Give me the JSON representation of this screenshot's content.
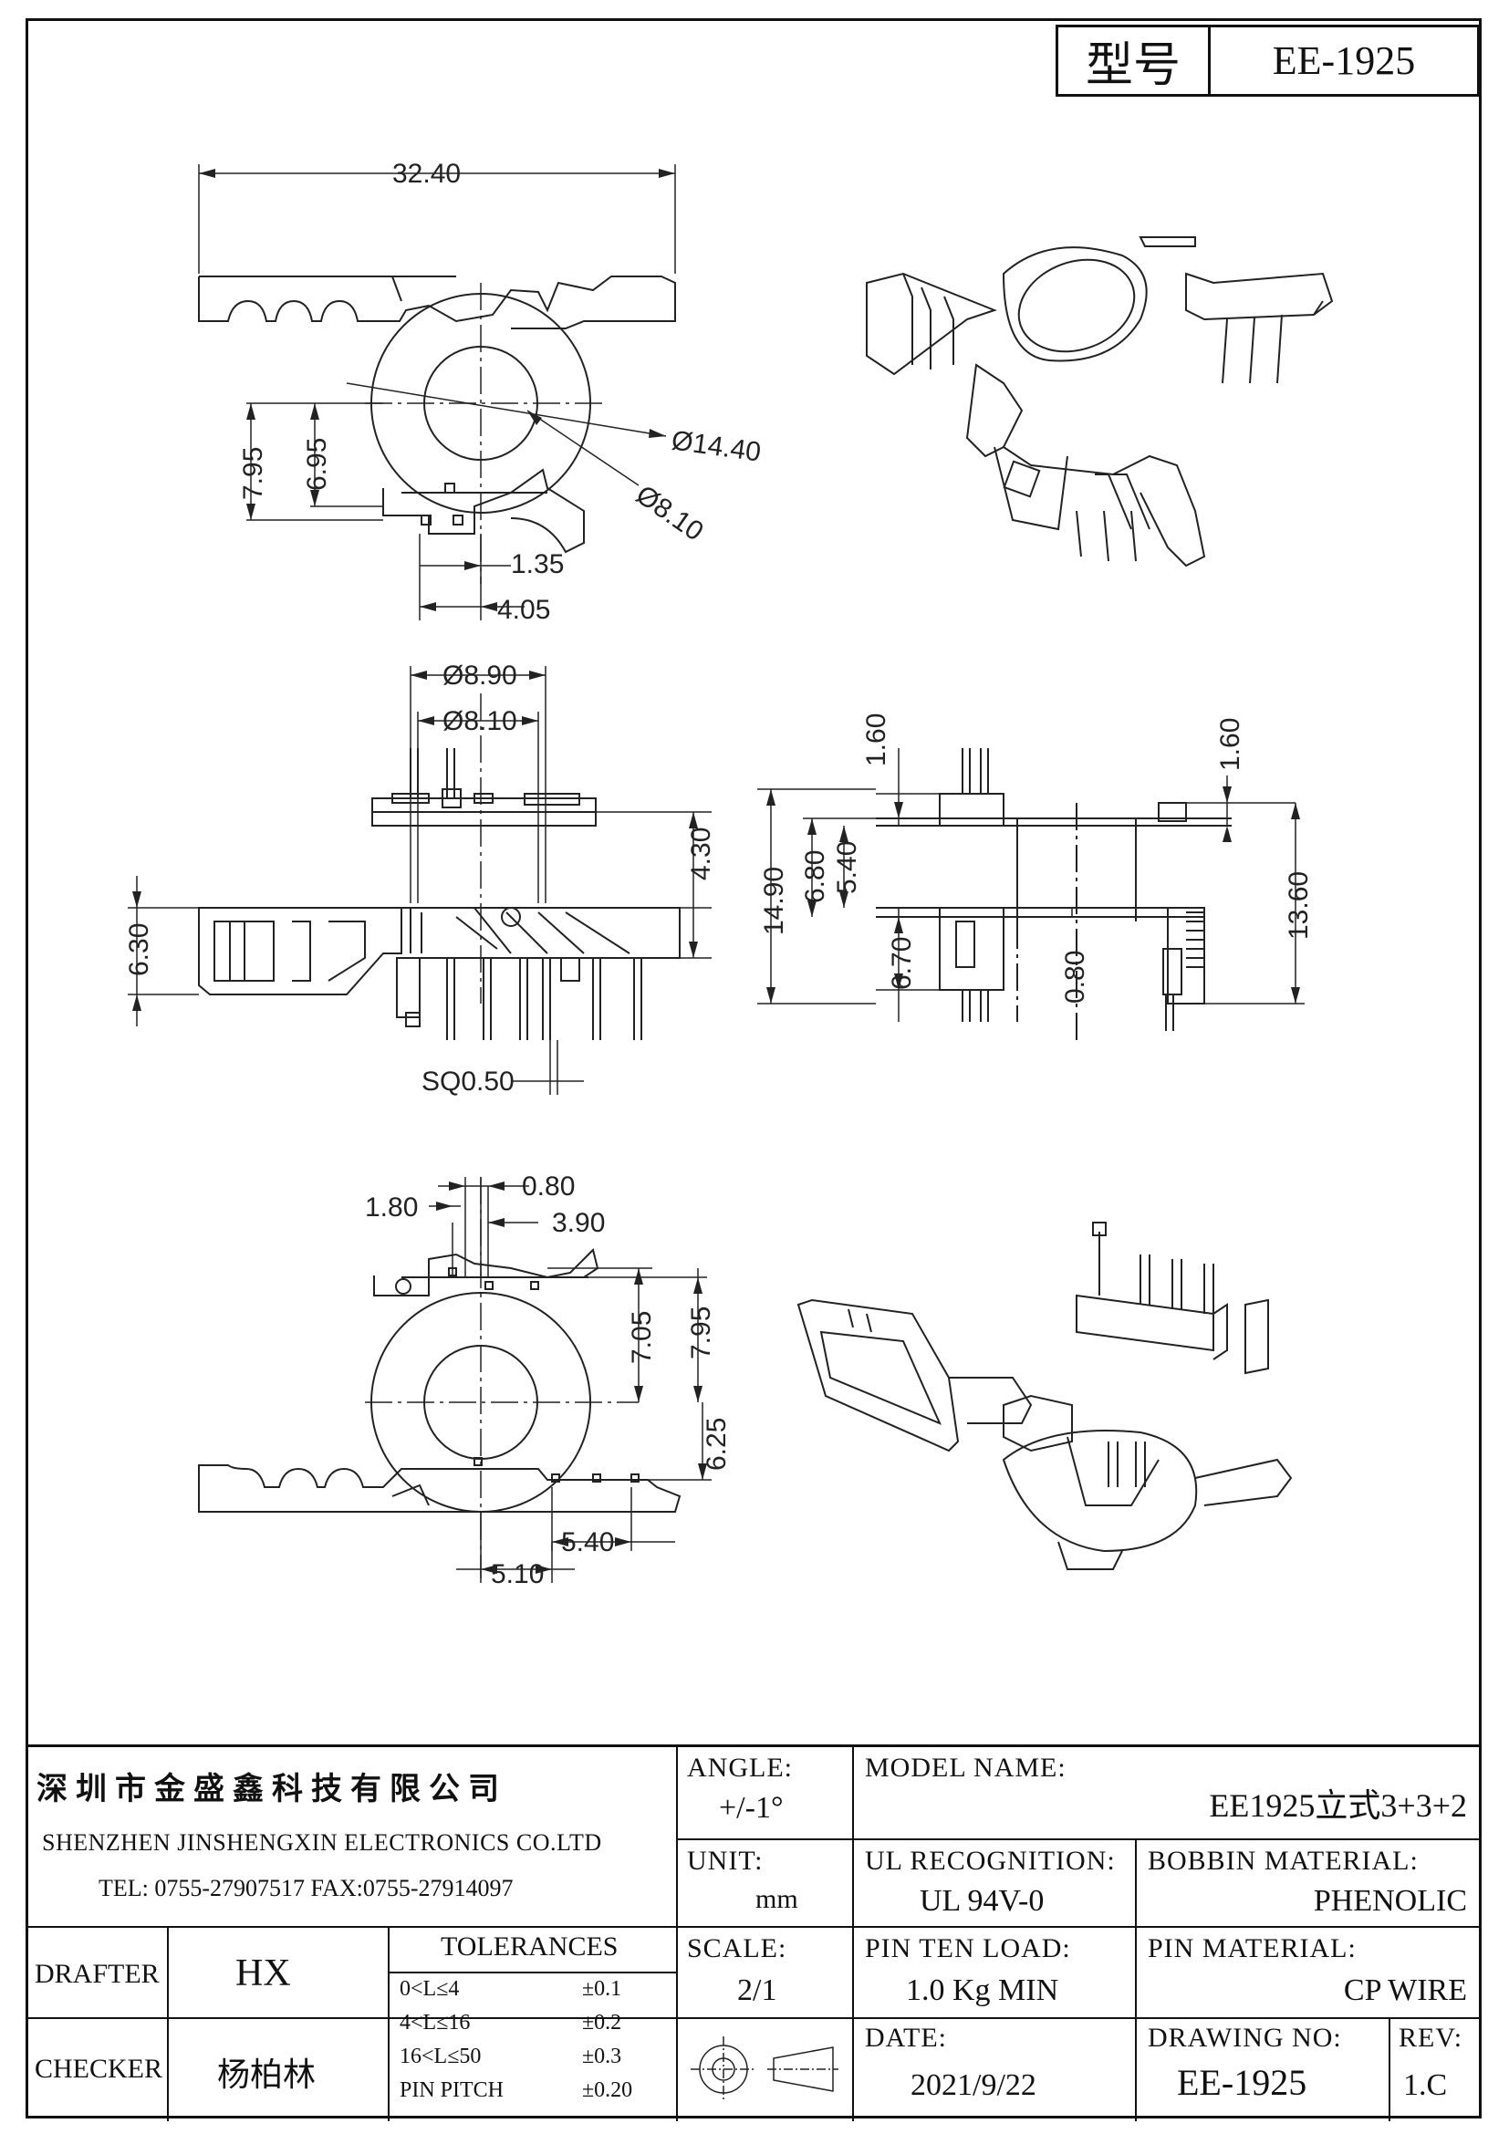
{
  "model_box": {
    "label": "型号",
    "value": "EE-1925"
  },
  "dimensions": {
    "top_width": "32.40",
    "dia_outer": "Ø14.40",
    "dia_inner": "Ø8.10",
    "h_795": "7.95",
    "h_695": "6.95",
    "w_135": "1.35",
    "w_405": "4.05",
    "dia_890": "Ø8.90",
    "dia_810": "Ø8.10",
    "h_430": "4.30",
    "h_630": "6.30",
    "sq": "SQ0.50",
    "h_160a": "1.60",
    "h_160b": "1.60",
    "h_1490": "14.90",
    "h_680": "6.80",
    "h_540": "5.40",
    "h_670": "6.70",
    "h_080": "0.80",
    "h_1360": "13.60",
    "w_180": "1.80",
    "w_080": "0.80",
    "w_390": "3.90",
    "h_705": "7.05",
    "h_795b": "7.95",
    "h_625": "6.25",
    "w_540": "5.40",
    "w_510": "5.10"
  },
  "title_block": {
    "company_cn": "深圳市金盛鑫科技有限公司",
    "company_en": "SHENZHEN JINSHENGXIN ELECTRONICS CO.LTD",
    "contact": "TEL: 0755-27907517   FAX:0755-27914097",
    "angle_label": "ANGLE:",
    "angle_value": "+/-1°",
    "model_name_label": "MODEL NAME:",
    "model_name_value": "EE1925立式3+3+2",
    "unit_label": "UNIT:",
    "unit_value": "mm",
    "ul_label": "UL RECOGNITION:",
    "ul_value": "UL 94V-0",
    "bobbin_label": "BOBBIN MATERIAL:",
    "bobbin_value": "PHENOLIC",
    "drafter_label": "DRAFTER",
    "drafter_value": "HX",
    "checker_label": "CHECKER",
    "checker_value": "杨柏林",
    "tolerances_label": "TOLERANCES",
    "tolerances": [
      {
        "range": "0<L≤4",
        "tol": "±0.1"
      },
      {
        "range": "4<L≤16",
        "tol": "±0.2"
      },
      {
        "range": "16<L≤50",
        "tol": "±0.3"
      },
      {
        "range": "PIN PITCH",
        "tol": "±0.20"
      }
    ],
    "scale_label": "SCALE:",
    "scale_value": "2/1",
    "pin_load_label": "PIN TEN LOAD:",
    "pin_load_value": "1.0 Kg MIN",
    "pin_material_label": "PIN MATERIAL:",
    "pin_material_value": "CP WIRE",
    "date_label": "DATE:",
    "date_value": "2021/9/22",
    "drawing_no_label": "DRAWING NO:",
    "drawing_no_value": "EE-1925",
    "rev_label": "REV:",
    "rev_value": "1.C"
  }
}
